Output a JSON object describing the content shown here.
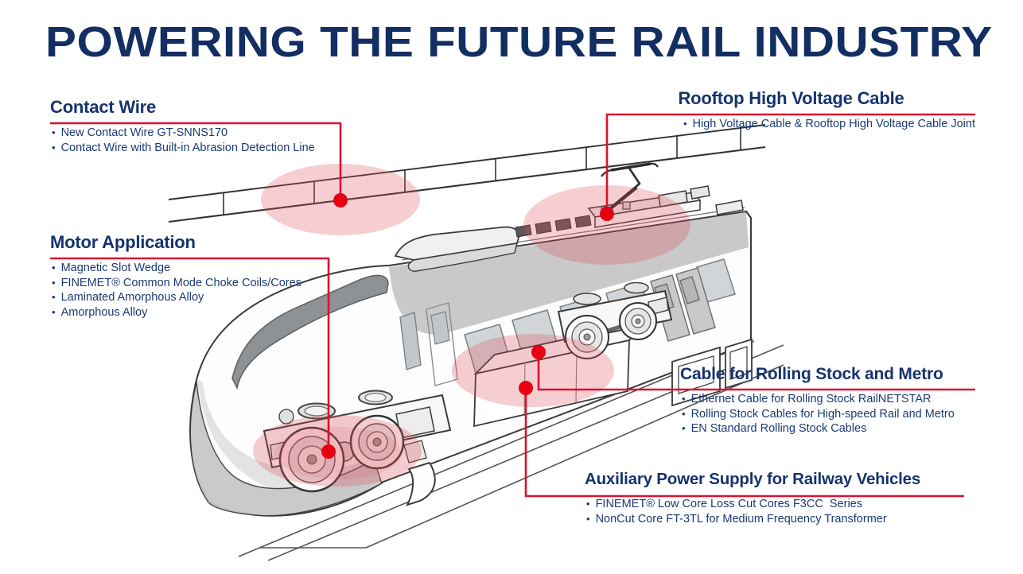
{
  "title": "POWERING THE FUTURE RAIL INDUSTRY",
  "colors": {
    "navy": "#132e63",
    "header_navy": "#16336e",
    "bullet_navy": "#1a3a74",
    "red": "#e60012",
    "line_red": "#dd1031",
    "pink": "#dd4b5a"
  },
  "sections": {
    "contact_wire": {
      "title": "Contact Wire",
      "items": [
        "New Contact Wire GT-SNNS170",
        "Contact Wire with Built-in Abrasion Detection Line"
      ]
    },
    "rooftop_cable": {
      "title": "Rooftop High Voltage Cable",
      "items": [
        "High Voltage Cable & Rooftop High Voltage Cable Joint"
      ]
    },
    "motor_application": {
      "title": "Motor Application",
      "items": [
        "Magnetic Slot Wedge",
        "FINEMET® Common Mode Choke Coils/Cores",
        "Laminated Amorphous Alloy",
        "Amorphous Alloy"
      ]
    },
    "cable_rolling_stock": {
      "title": "Cable for Rolling Stock and Metro",
      "items": [
        "Ethernet Cable for Rolling Stock RailNETSTAR",
        "Rolling Stock Cables for High-speed Rail and Metro",
        "EN Standard Rolling Stock Cables"
      ]
    },
    "auxiliary_power": {
      "title": "Auxiliary Power Supply for Railway Vehicles",
      "items": [
        "FINEMET® Low Core Loss Cut Cores F3CC  Series",
        "NonCut Core FT-3TL for Medium Frequency Transformer"
      ]
    }
  },
  "diagram": {
    "description": "High-speed train illustration with overhead catenary wire, rooftop pantograph, bogies, underfloor equipment and track"
  }
}
